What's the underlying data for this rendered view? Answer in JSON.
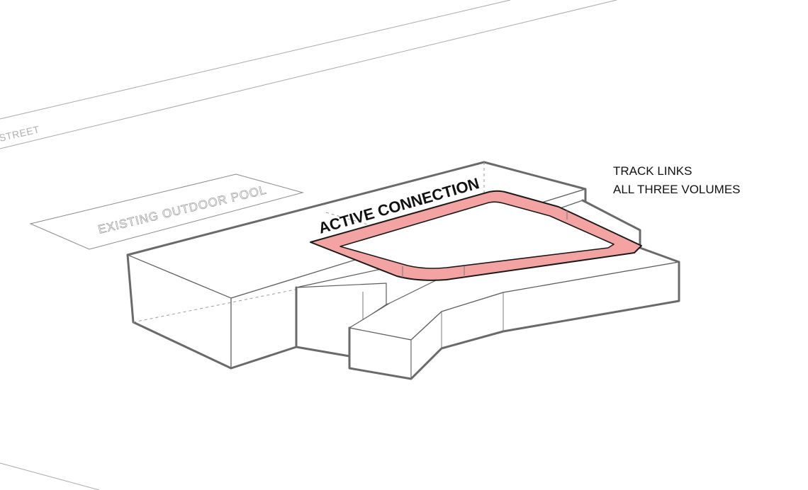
{
  "labels": {
    "street": "STREET",
    "pool": "EXISTING OUTDOOR POOL",
    "track": "ACTIVE CONNECTION",
    "note_line1": "TRACK LINKS",
    "note_line2": "ALL THREE VOLUMES"
  },
  "colors": {
    "track_fill": "#f4a3a3",
    "outline": "#1a1a1a",
    "building_edge": "#6a6a6a"
  }
}
